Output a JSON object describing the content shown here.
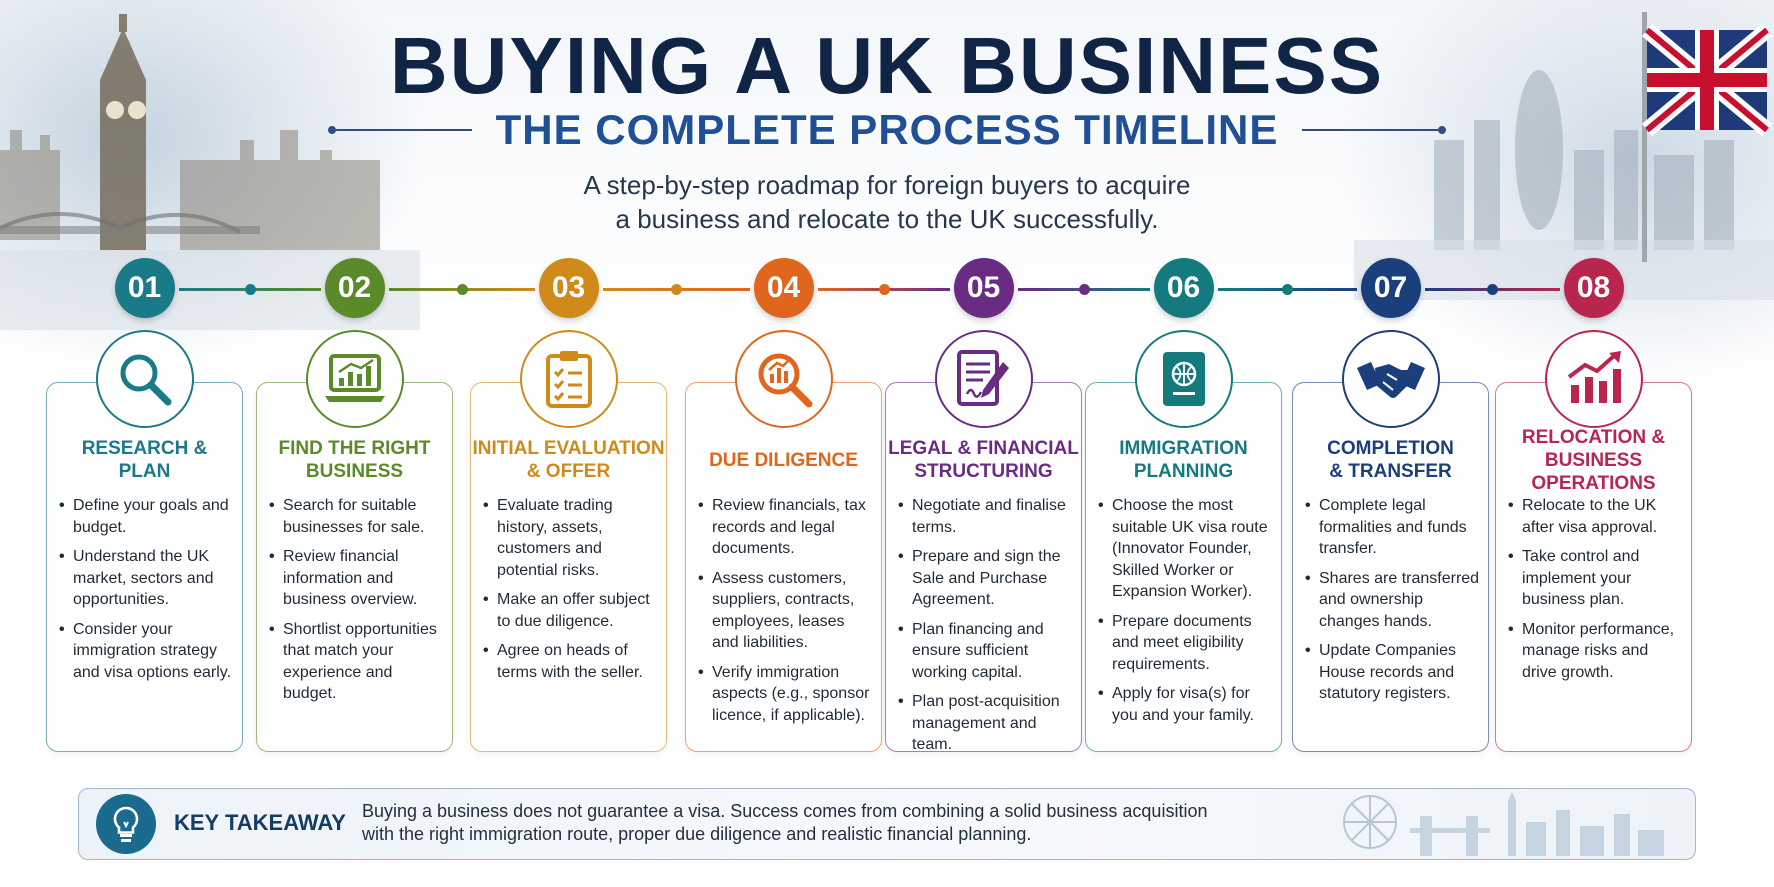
{
  "title": "BUYING A UK BUSINESS",
  "subtitle": "THE COMPLETE PROCESS TIMELINE",
  "intro": [
    "A step-by-step roadmap for foreign buyers to acquire",
    "a business and relocate to the UK successfully."
  ],
  "steps": [
    {
      "num": "01",
      "color": "#1a7a8a",
      "icon": "magnifier-icon",
      "title": [
        "RESEARCH &",
        "PLAN"
      ],
      "bullets": [
        "Define your goals and budget.",
        "Understand the UK market, sectors and opportunities.",
        "Consider your immigration strategy and visa options early."
      ]
    },
    {
      "num": "02",
      "color": "#5a8a2a",
      "icon": "laptop-chart-icon",
      "title": [
        "FIND THE RIGHT",
        "BUSINESS"
      ],
      "bullets": [
        "Search for suitable businesses for sale.",
        "Review financial information and business overview.",
        "Shortlist opportunities that match your experience and budget."
      ]
    },
    {
      "num": "03",
      "color": "#d08a1a",
      "icon": "clipboard-checklist-icon",
      "title": [
        "INITIAL EVALUATION",
        "& OFFER"
      ],
      "bullets": [
        "Evaluate trading history, assets, customers and potential risks.",
        "Make an offer subject to due diligence.",
        "Agree on heads of terms with the seller."
      ]
    },
    {
      "num": "04",
      "color": "#e0661e",
      "icon": "chart-magnifier-icon",
      "title": [
        "DUE DILIGENCE"
      ],
      "bullets": [
        "Review financials, tax records and legal documents.",
        "Assess customers, suppliers, contracts, employees, leases and liabilities.",
        "Verify immigration aspects (e.g., sponsor licence, if applicable)."
      ]
    },
    {
      "num": "05",
      "color": "#6a2c82",
      "icon": "signed-document-icon",
      "title": [
        "LEGAL & FINANCIAL",
        "STRUCTURING"
      ],
      "bullets": [
        "Negotiate and finalise terms.",
        "Prepare and sign the Sale and Purchase Agreement.",
        "Plan financing and ensure sufficient working capital.",
        "Plan post-acquisition management and team."
      ]
    },
    {
      "num": "06",
      "color": "#157a7e",
      "icon": "passport-icon",
      "title": [
        "IMMIGRATION",
        "PLANNING"
      ],
      "bullets": [
        "Choose the most suitable UK visa route (Innovator Founder, Skilled Worker or Expansion Worker).",
        "Prepare documents and meet eligibility requirements.",
        "Apply for visa(s) for you and your family."
      ]
    },
    {
      "num": "07",
      "color": "#1a3f7c",
      "icon": "handshake-icon",
      "title": [
        "COMPLETION",
        "& TRANSFER"
      ],
      "bullets": [
        "Complete legal formalities and funds transfer.",
        "Shares are transferred and ownership changes hands.",
        "Update Companies House records and statutory registers."
      ]
    },
    {
      "num": "08",
      "color": "#b8264e",
      "icon": "growth-chart-icon",
      "title": [
        "RELOCATION &",
        "BUSINESS OPERATIONS"
      ],
      "bullets": [
        "Relocate to the UK after visa approval.",
        "Take control and implement your business plan.",
        "Monitor performance, manage risks and drive growth."
      ]
    }
  ],
  "takeaway": {
    "label": "KEY TAKEAWAY",
    "icon": "lightbulb-icon",
    "text": [
      "Buying a business does not guarantee a visa. Success comes from combining a solid business acquisition",
      "with the right immigration route, proper due diligence and realistic financial planning."
    ]
  }
}
